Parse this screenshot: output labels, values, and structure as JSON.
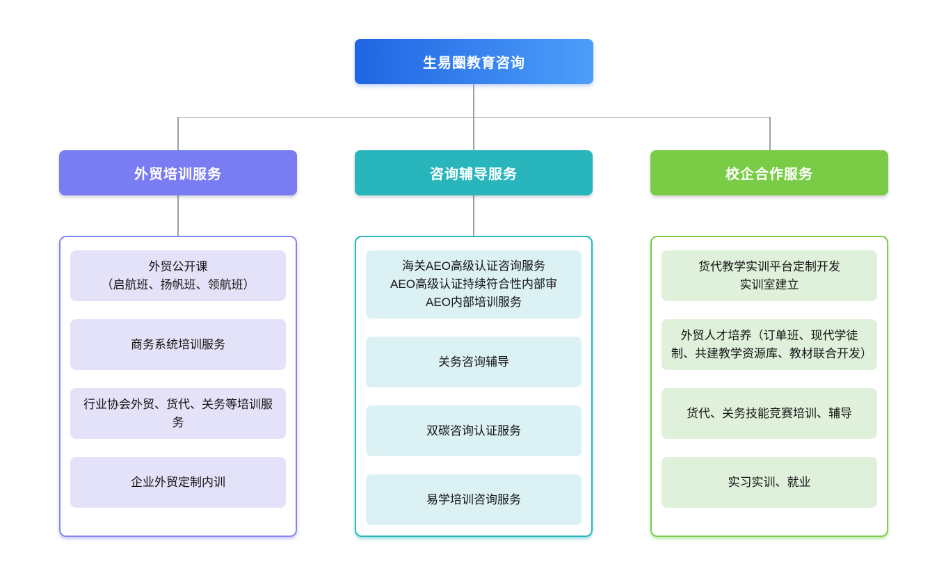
{
  "root": {
    "title": "生易圈教育咨询",
    "gradient_start": "#2065e2",
    "gradient_end": "#4c9efa"
  },
  "connector_color": "#98a0ab",
  "branches": [
    {
      "title": "外贸培训服务",
      "colors": {
        "header": "#7a7cf2",
        "border": "#8585f1",
        "item_bg": "#e4e2f8",
        "shadow": "rgba(133,133,241,0.45)"
      },
      "items": [
        {
          "text": "外贸公开课\n（启航班、扬帆班、领航班）"
        },
        {
          "text": "商务系统培训服务"
        },
        {
          "text": "行业协会外贸、货代、关务等培训服务"
        },
        {
          "text": "企业外贸定制内训"
        }
      ]
    },
    {
      "title": "咨询辅导服务",
      "colors": {
        "header": "#29b5bc",
        "border": "#2ab6bd",
        "item_bg": "#dbf1f3",
        "shadow": "rgba(42,182,189,0.45)"
      },
      "items": [
        {
          "text": "海关AEO高级认证咨询服务\nAEO高级认证持续符合性内部审\nAEO内部培训服务"
        },
        {
          "text": "关务咨询辅导"
        },
        {
          "text": "双碳咨询认证服务"
        },
        {
          "text": "易学培训咨询服务"
        }
      ]
    },
    {
      "title": "校企合作服务",
      "colors": {
        "header": "#7acb45",
        "border": "#7ccb4a",
        "item_bg": "#dff1da",
        "shadow": "rgba(124,203,74,0.45)"
      },
      "items": [
        {
          "text": "货代教学实训平台定制开发\n实训室建立"
        },
        {
          "text": "外贸人才培养（订单班、现代学徒制、共建教学资源库、教材联合开发）"
        },
        {
          "text": "货代、关务技能竞赛培训、辅导"
        },
        {
          "text": "实习实训、就业"
        }
      ]
    }
  ]
}
